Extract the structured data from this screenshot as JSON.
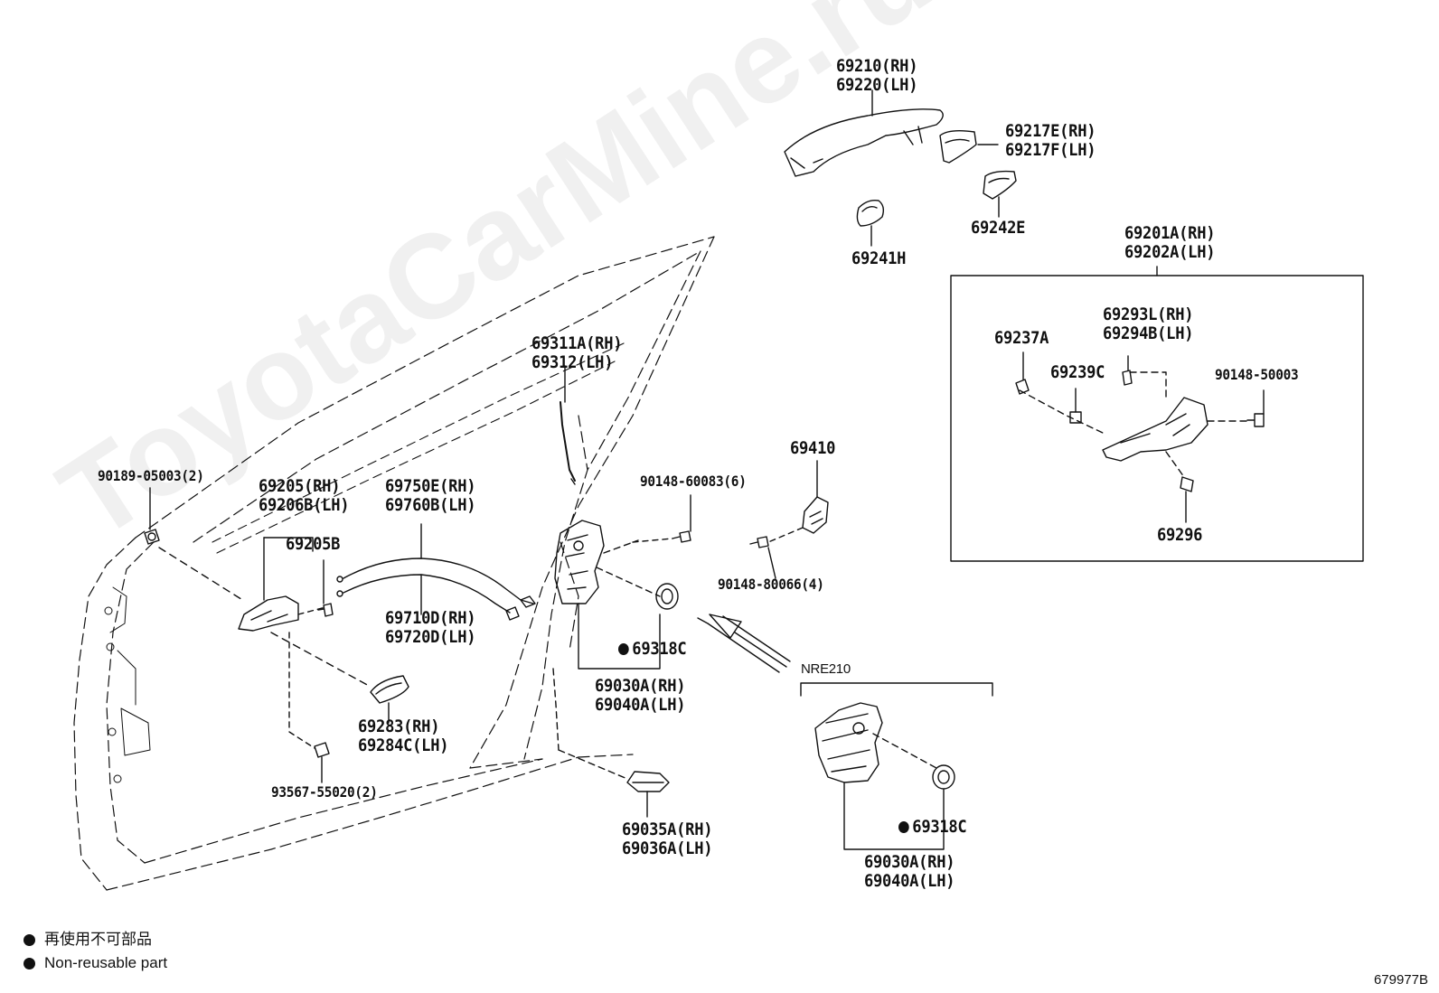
{
  "watermark": "ToyotaCarMine.ru",
  "labels": {
    "l69210": "69210(RH)\n69220(LH)",
    "l69217": "69217E(RH)\n69217F(LH)",
    "l69241H": "69241H",
    "l69242E": "69242E",
    "l69201": "69201A(RH)\n69202A(LH)",
    "l69293": "69293L(RH)\n69294B(LH)",
    "l69237A": "69237A",
    "l69239C": "69239C",
    "l9014850003": "90148-50003",
    "l69296": "69296",
    "l69311": "69311A(RH)\n69312(LH)",
    "l69410": "69410",
    "l9014860083": "90148-60083(6)",
    "l9014880066": "90148-80066(4)",
    "l9018905003": "90189-05003(2)",
    "l69205": "69205(RH)\n69206B(LH)",
    "l69205B": "69205B",
    "l69750": "69750E(RH)\n69760B(LH)",
    "l69710": "69710D(RH)\n69720D(LH)",
    "l69318C_a": "69318C",
    "l69030_a": "69030A(RH)\n69040A(LH)",
    "lNRE210": "NRE210",
    "l69283": "69283(RH)\n69284C(LH)",
    "l9356755020": "93567-55020(2)",
    "l69035": "69035A(RH)\n69036A(LH)",
    "l69318C_b": "69318C",
    "l69030_b": "69030A(RH)\n69040A(LH)"
  },
  "legend": {
    "jp": "再使用不可部品",
    "en": "Non-reusable part"
  },
  "diagram_number": "679977B"
}
